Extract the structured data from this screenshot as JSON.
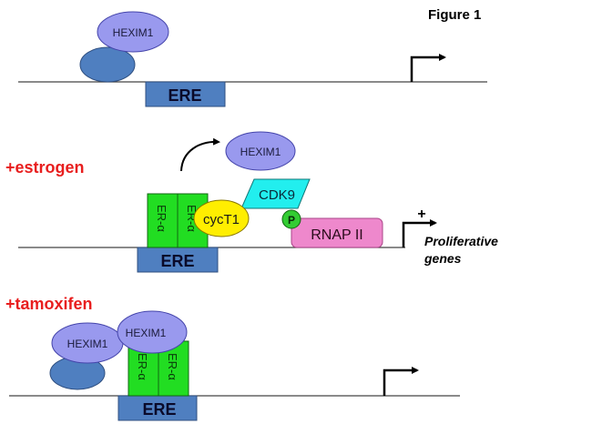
{
  "figure_title": "Figure 1",
  "colors": {
    "hexim": "#9999ee",
    "blue_protein": "#4f7fc0",
    "ere": "#4f7fc0",
    "er_alpha": "#22dd22",
    "cyct1": "#ffee00",
    "cdk9": "#22eeee",
    "p_circle": "#33cc33",
    "rnap": "#ee88cc",
    "condition_text": "#e81e1e"
  },
  "panel1": {
    "hexim_label": "HEXIM1",
    "ere_label": "ERE"
  },
  "panel2": {
    "condition": "+estrogen",
    "hexim_label": "HEXIM1",
    "er_alpha_1": "ER-α",
    "er_alpha_2": "ER-α",
    "cyct1_label": "cycT1",
    "cdk9_label": "CDK9",
    "p_label": "P",
    "rnap_label": "RNAP II",
    "ere_label": "ERE",
    "plus_sign": "+",
    "genes_line1": "Proliferative",
    "genes_line2": "genes"
  },
  "panel3": {
    "condition": "+tamoxifen",
    "hexim_label_1": "HEXIM1",
    "hexim_label_2": "HEXIM1",
    "er_alpha_1": "ER-α",
    "er_alpha_2": "ER-α",
    "ere_label": "ERE"
  }
}
